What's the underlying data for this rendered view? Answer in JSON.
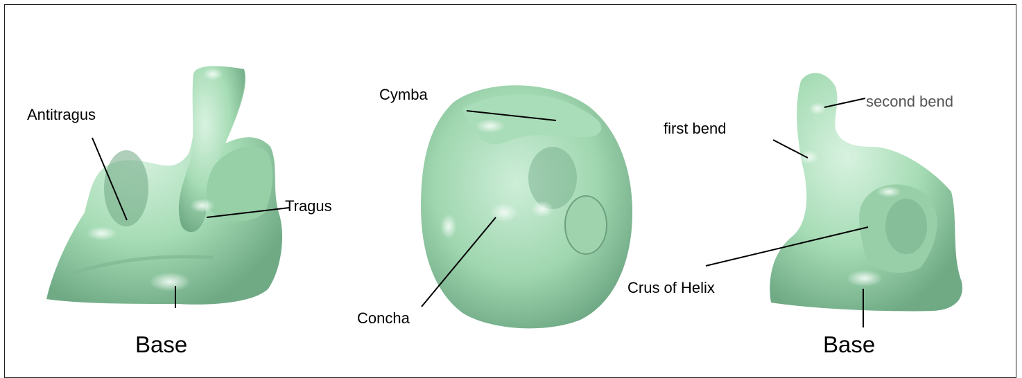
{
  "panels": [
    {
      "id": "left",
      "labels": {
        "antitragus": "Antitragus",
        "tragus": "Tragus",
        "base": "Base"
      }
    },
    {
      "id": "middle",
      "labels": {
        "cymba": "Cymba",
        "concha": "Concha"
      }
    },
    {
      "id": "right",
      "labels": {
        "second_bend": "second bend",
        "first_bend": "first bend",
        "crus_of_helix": "Crus of Helix",
        "base": "Base"
      }
    }
  ],
  "colors": {
    "model_fill": "#a6dcb5",
    "model_shade": "#78b88f",
    "model_highlight": "#e4f7ea",
    "leader_line": "#000000"
  }
}
